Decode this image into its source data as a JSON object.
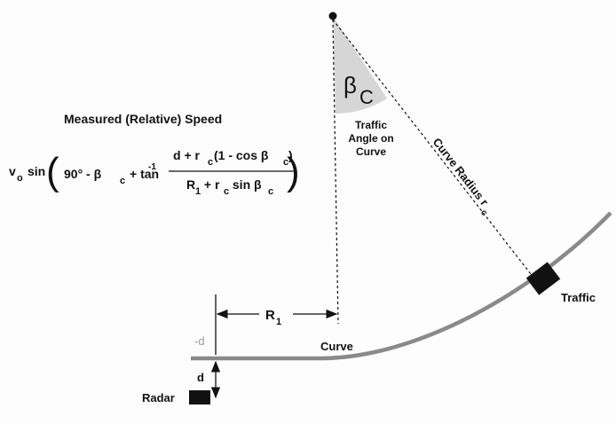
{
  "title": "Measured (Relative) Speed",
  "formula": {
    "v": "v",
    "v_sub": "o",
    "sin": "sin",
    "inner": "90° - β",
    "beta_sub": "c",
    "plus_tan": "+ tan",
    "tan_sup": "-1",
    "num_d": "d + r",
    "num_sub": "c",
    "num_rest": "(1 - cos β",
    "num_sub2": "c",
    "num_close": ")",
    "den_r": "R",
    "den_sub": "1",
    "den_plus": " + r",
    "den_sub2": "c",
    "den_rest": " sin β",
    "den_sub3": "c"
  },
  "labels": {
    "beta": "β",
    "beta_sub": "C",
    "traffic_angle_1": "Traffic",
    "traffic_angle_2": "Angle on",
    "traffic_angle_3": "Curve",
    "curve_radius": "Curve Radius r",
    "curve_radius_sub": "c",
    "traffic": "Traffic",
    "curve": "Curve",
    "r1": "R",
    "r1_sub": "1",
    "neg_d": "-d",
    "d": "d",
    "radar": "Radar"
  },
  "colors": {
    "road": "#8a8a8a",
    "wedge": "#d6d6d6",
    "ink": "#111111",
    "neg_d": "#9a9a9a"
  }
}
